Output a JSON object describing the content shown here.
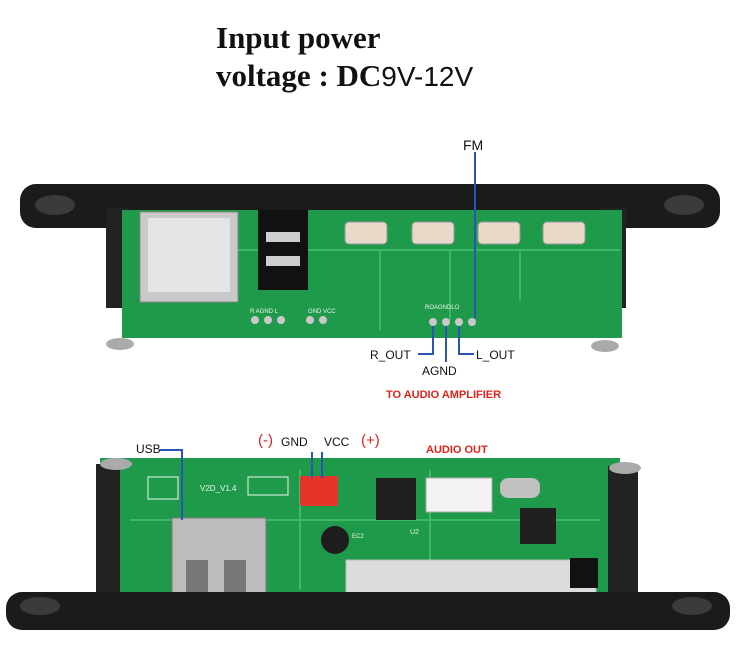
{
  "heading": {
    "line1": "Input power",
    "line2_prefix": "voltage : DC",
    "line2_value": "9V-12V"
  },
  "top_board": {
    "fm_label": "FM",
    "r_out_label": "R_OUT",
    "agnd_label": "AGND",
    "l_out_label": "L_OUT",
    "amp_caption": "TO AUDIO AMPLIFIER",
    "pcb_text": {
      "pins_left": "R AGND L",
      "pins_mid": "GND VCC",
      "pins_right": "ROAGNDLO"
    }
  },
  "bottom_board": {
    "usb_label": "USB",
    "gnd_minus": "(-)",
    "gnd_label": "GND",
    "vcc_label": "VCC",
    "vcc_plus": "(+)",
    "audio_out_label": "AUDIO OUT",
    "pcb_text": {
      "version": "V2D_V1.4",
      "u2": "U2",
      "ec2": "EC2"
    }
  },
  "colors": {
    "pcb_green": "#1f9a4a",
    "frame_black": "#1b1b1b",
    "caption_red": "#e0231c",
    "callout_blue": "#2a54b8"
  }
}
